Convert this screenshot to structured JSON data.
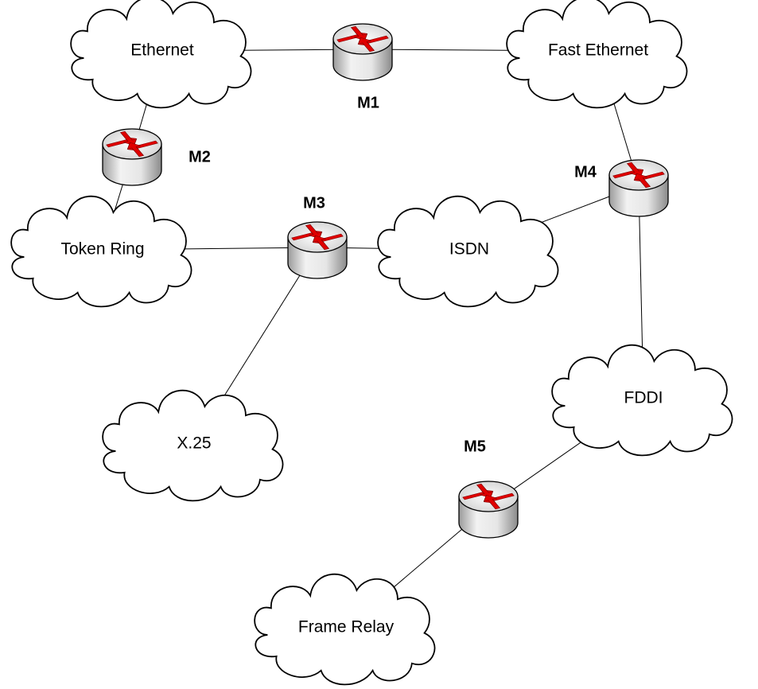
{
  "networks": [
    {
      "id": "ethernet",
      "label": "Ethernet"
    },
    {
      "id": "fast-ethernet",
      "label": "Fast Ethernet"
    },
    {
      "id": "token-ring",
      "label": "Token Ring"
    },
    {
      "id": "isdn",
      "label": "ISDN"
    },
    {
      "id": "x25",
      "label": "X.25"
    },
    {
      "id": "fddi",
      "label": "FDDI"
    },
    {
      "id": "frame-relay",
      "label": "Frame Relay"
    }
  ],
  "routers": [
    {
      "id": "m1",
      "label": "M1"
    },
    {
      "id": "m2",
      "label": "M2"
    },
    {
      "id": "m3",
      "label": "M3"
    },
    {
      "id": "m4",
      "label": "M4"
    },
    {
      "id": "m5",
      "label": "M5"
    }
  ],
  "links": [
    {
      "from": "ethernet",
      "to": "m1"
    },
    {
      "from": "m1",
      "to": "fast-ethernet"
    },
    {
      "from": "ethernet",
      "to": "m2"
    },
    {
      "from": "m2",
      "to": "token-ring"
    },
    {
      "from": "token-ring",
      "to": "m3"
    },
    {
      "from": "m3",
      "to": "isdn"
    },
    {
      "from": "m3",
      "to": "x25"
    },
    {
      "from": "fast-ethernet",
      "to": "m4"
    },
    {
      "from": "isdn",
      "to": "m4"
    },
    {
      "from": "m4",
      "to": "fddi"
    },
    {
      "from": "fddi",
      "to": "m5"
    },
    {
      "from": "m5",
      "to": "frame-relay"
    }
  ],
  "colors": {
    "arrow_red": "#e00000",
    "router_body_light": "#f2f2f2",
    "router_body_dark": "#9a9a9a",
    "outline": "#000000"
  }
}
